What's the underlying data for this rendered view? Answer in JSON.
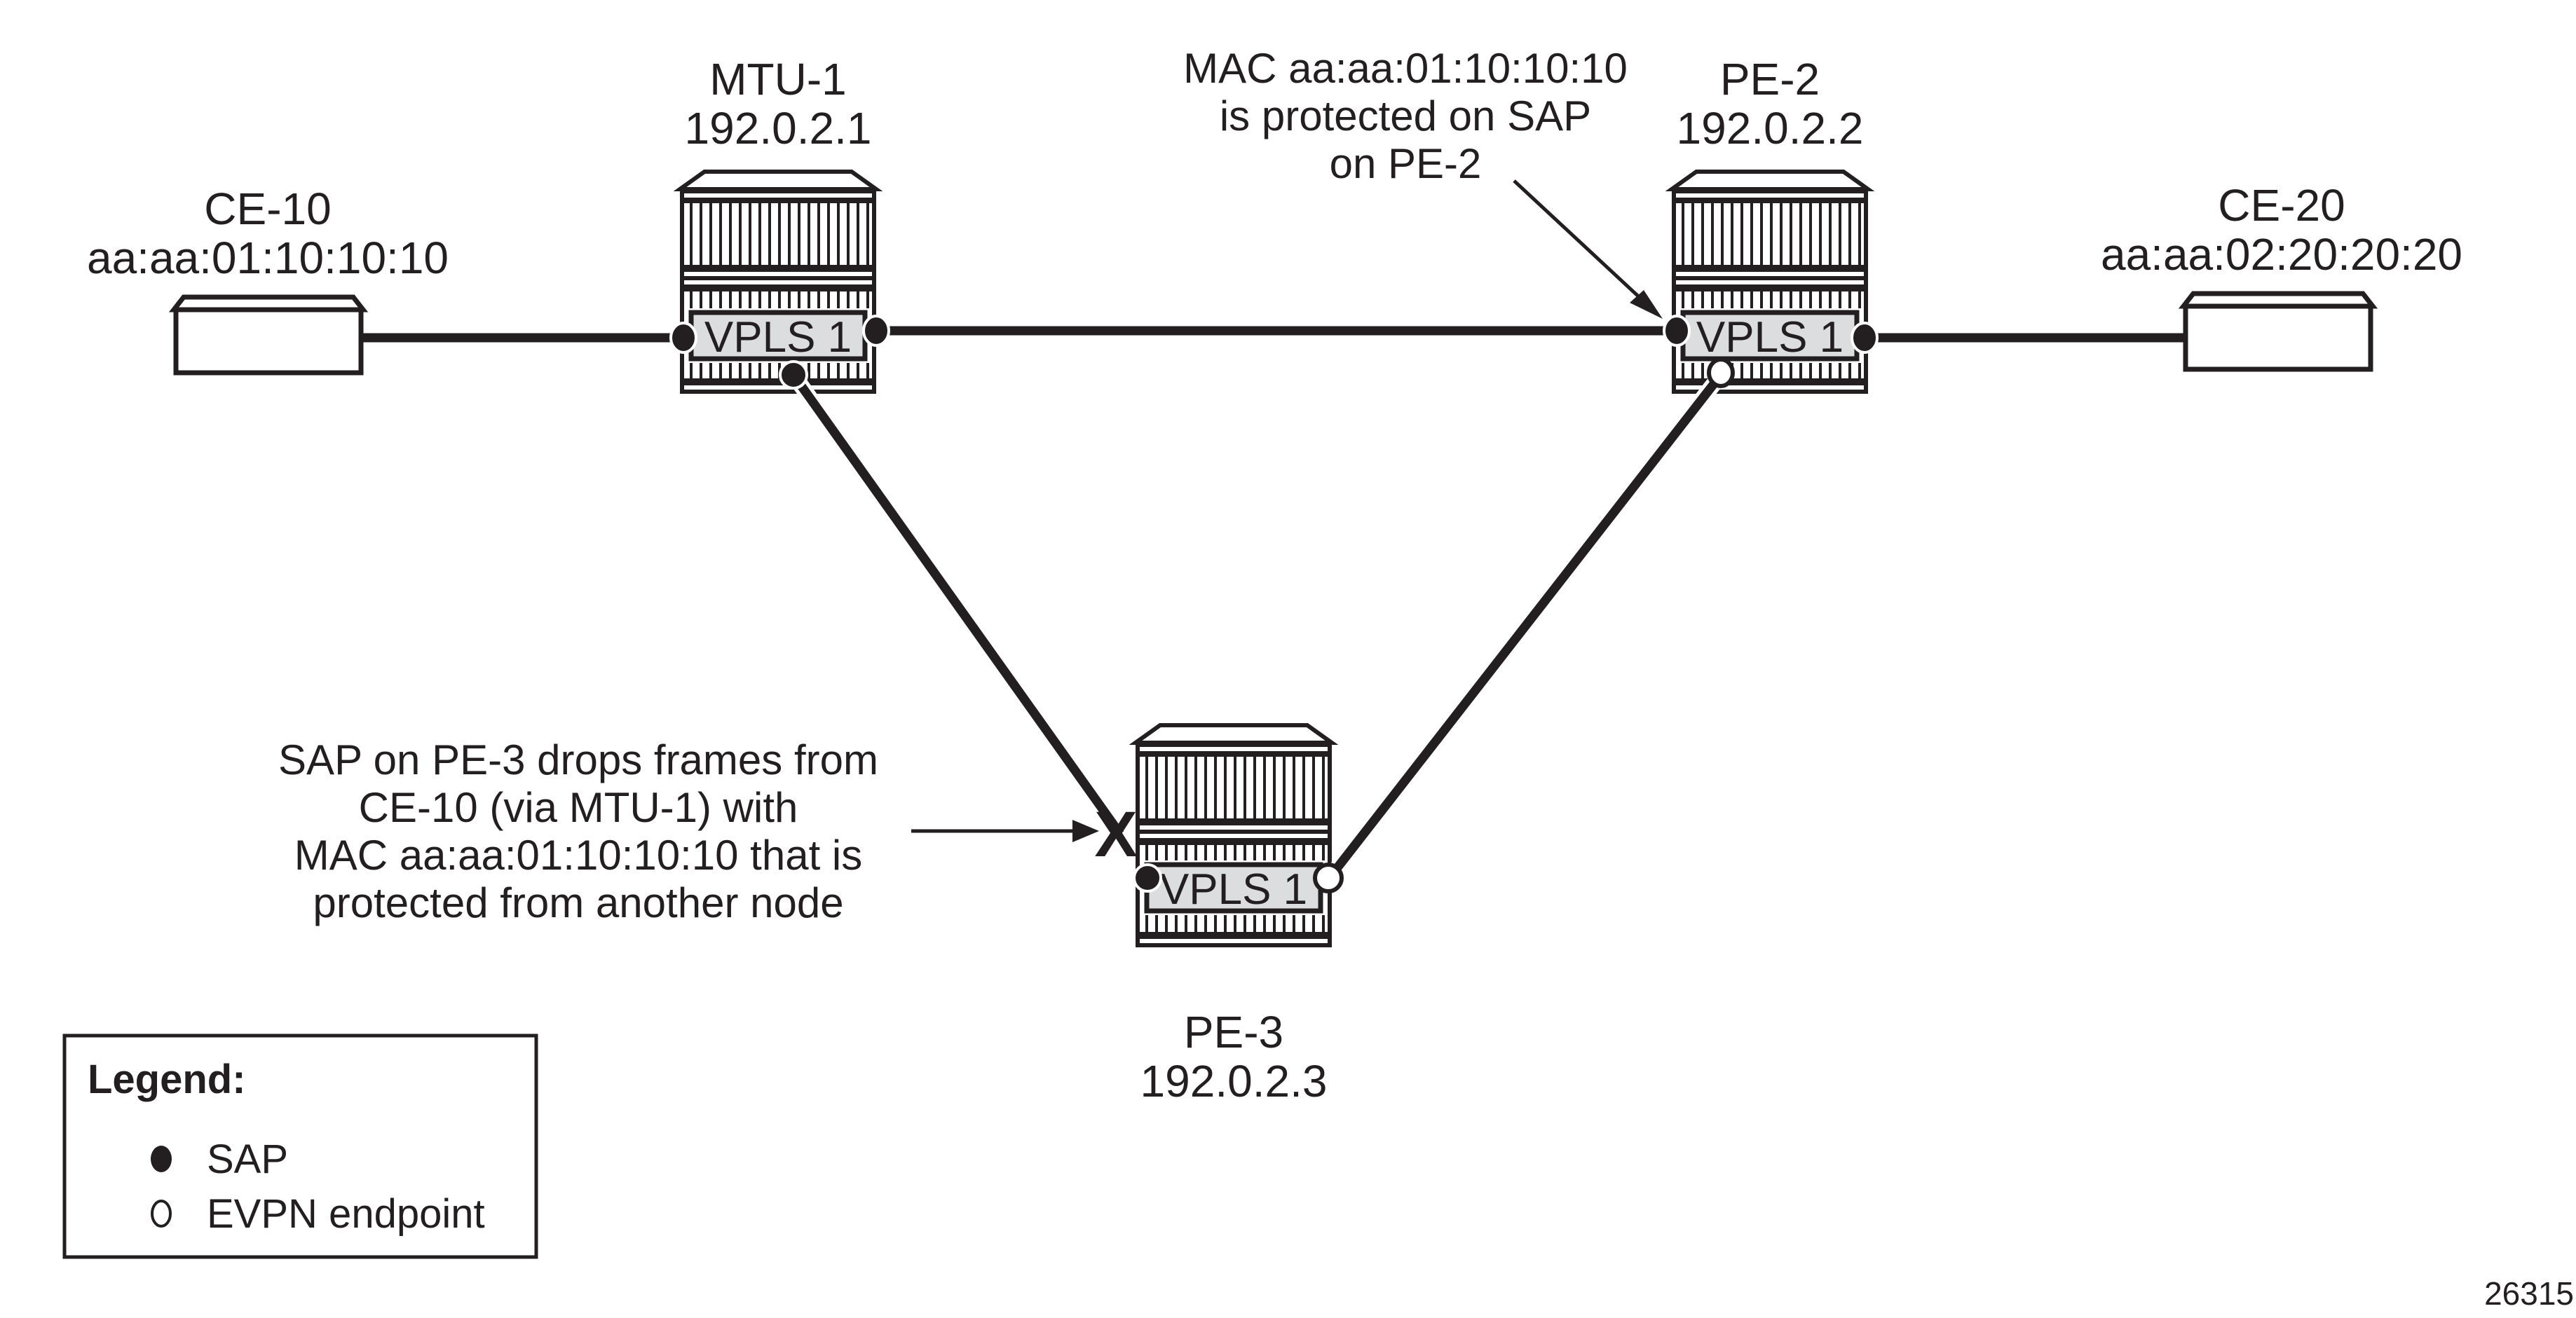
{
  "diagram": {
    "nodes": {
      "ce10": {
        "name": "CE-10",
        "mac": "aa:aa:01:10:10:10"
      },
      "mtu1": {
        "name": "MTU-1",
        "ip": "192.0.2.1",
        "service": "VPLS 1"
      },
      "pe2": {
        "name": "PE-2",
        "ip": "192.0.2.2",
        "service": "VPLS 1"
      },
      "pe3": {
        "name": "PE-3",
        "ip": "192.0.2.3",
        "service": "VPLS 1"
      },
      "ce20": {
        "name": "CE-20",
        "mac": "aa:aa:02:20:20:20"
      }
    },
    "annotations": {
      "pe2_note": [
        "MAC aa:aa:01:10:10:10",
        "is protected on SAP",
        "on PE-2"
      ],
      "pe3_note": [
        "SAP on PE-3 drops frames from",
        "CE-10 (via MTU-1) with",
        "MAC aa:aa:01:10:10:10 that is",
        "protected from another node"
      ],
      "drop_marker": "X"
    },
    "legend": {
      "title": "Legend:",
      "items": [
        {
          "symbol": "filled-circle",
          "label": "SAP"
        },
        {
          "symbol": "open-circle",
          "label": "EVPN endpoint"
        }
      ]
    },
    "figure_id": "26315",
    "colors": {
      "ink": "#231f20",
      "vpls_fill": "#dcdddf",
      "background": "#ffffff"
    }
  }
}
